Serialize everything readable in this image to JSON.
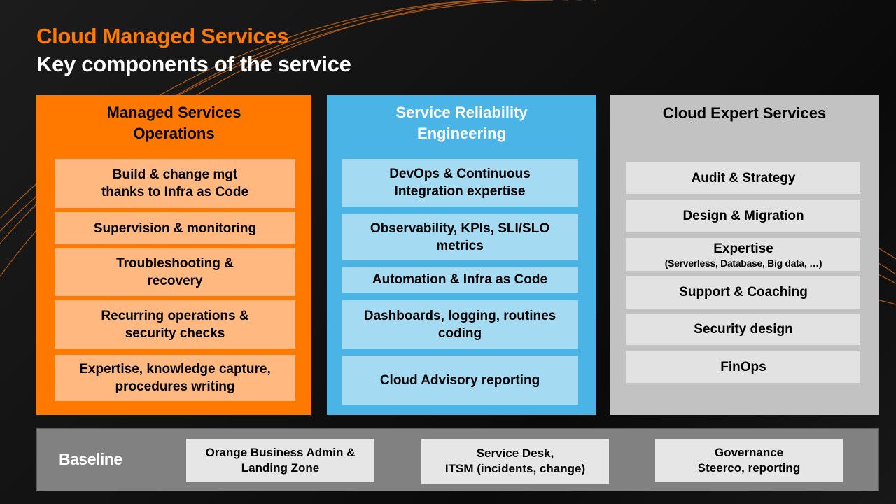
{
  "header": {
    "title": "Cloud Managed Services",
    "subtitle": "Key components of the service"
  },
  "colors": {
    "brand_orange": "#ff7900",
    "blue": "#4bb4e6",
    "gray": "#c2c2c2"
  },
  "columns": [
    {
      "heading_lines": [
        "Managed Services",
        "Operations"
      ],
      "items": [
        {
          "lines": [
            "Build & change mgt",
            "thanks to Infra as Code"
          ]
        },
        {
          "lines": [
            "Supervision & monitoring"
          ]
        },
        {
          "lines": [
            "Troubleshooting  &",
            "recovery"
          ]
        },
        {
          "lines": [
            "Recurring operations &",
            "security checks"
          ]
        },
        {
          "lines": [
            "Expertise, knowledge capture,",
            "procedures writing"
          ]
        }
      ]
    },
    {
      "heading_lines": [
        "Service Reliability",
        "Engineering"
      ],
      "items": [
        {
          "lines": [
            "DevOps & Continuous",
            "Integration expertise"
          ]
        },
        {
          "lines": [
            "Observability, KPIs, SLI/SLO",
            "metrics"
          ]
        },
        {
          "lines": [
            "Automation & Infra as Code"
          ]
        },
        {
          "lines": [
            "Dashboards, logging, routines",
            "coding"
          ]
        },
        {
          "lines": [
            "Cloud Advisory reporting"
          ]
        }
      ]
    },
    {
      "heading_lines": [
        "Cloud Expert Services"
      ],
      "items": [
        {
          "lines": [
            "Audit & Strategy"
          ]
        },
        {
          "lines": [
            "Design & Migration"
          ]
        },
        {
          "lines": [
            "Expertise"
          ],
          "note": "(Serverless, Database, Big data, …)"
        },
        {
          "lines": [
            "Support & Coaching"
          ]
        },
        {
          "lines": [
            "Security design"
          ]
        },
        {
          "lines": [
            "FinOps"
          ]
        }
      ]
    }
  ],
  "baseline": {
    "label": "Baseline",
    "items": [
      {
        "lines": [
          "Orange Business Admin &",
          "Landing Zone"
        ]
      },
      {
        "lines": [
          "Service Desk,",
          "ITSM (incidents, change)"
        ]
      },
      {
        "lines": [
          "Governance",
          "Steerco, reporting"
        ]
      }
    ]
  }
}
